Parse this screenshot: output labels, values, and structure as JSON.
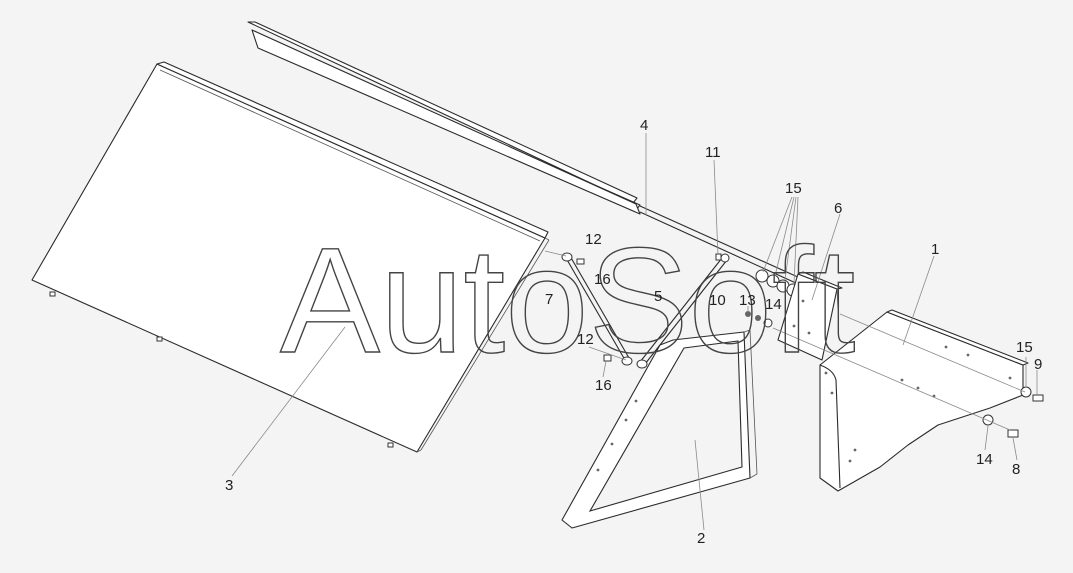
{
  "watermark": "AutoSoft",
  "labels": [
    {
      "id": "l1",
      "text": "1"
    },
    {
      "id": "l2",
      "text": "2"
    },
    {
      "id": "l3",
      "text": "3"
    },
    {
      "id": "l4",
      "text": "4"
    },
    {
      "id": "l5",
      "text": "5"
    },
    {
      "id": "l6",
      "text": "6"
    },
    {
      "id": "l7",
      "text": "7"
    },
    {
      "id": "l8",
      "text": "8"
    },
    {
      "id": "l9",
      "text": "9"
    },
    {
      "id": "l10",
      "text": "10"
    },
    {
      "id": "l11",
      "text": "11"
    },
    {
      "id": "l12a",
      "text": "12"
    },
    {
      "id": "l12b",
      "text": "12"
    },
    {
      "id": "l13",
      "text": "13"
    },
    {
      "id": "l14a",
      "text": "14"
    },
    {
      "id": "l14b",
      "text": "14"
    },
    {
      "id": "l15a",
      "text": "15"
    },
    {
      "id": "l15b",
      "text": "15"
    },
    {
      "id": "l16a",
      "text": "16"
    },
    {
      "id": "l16b",
      "text": "16"
    }
  ]
}
